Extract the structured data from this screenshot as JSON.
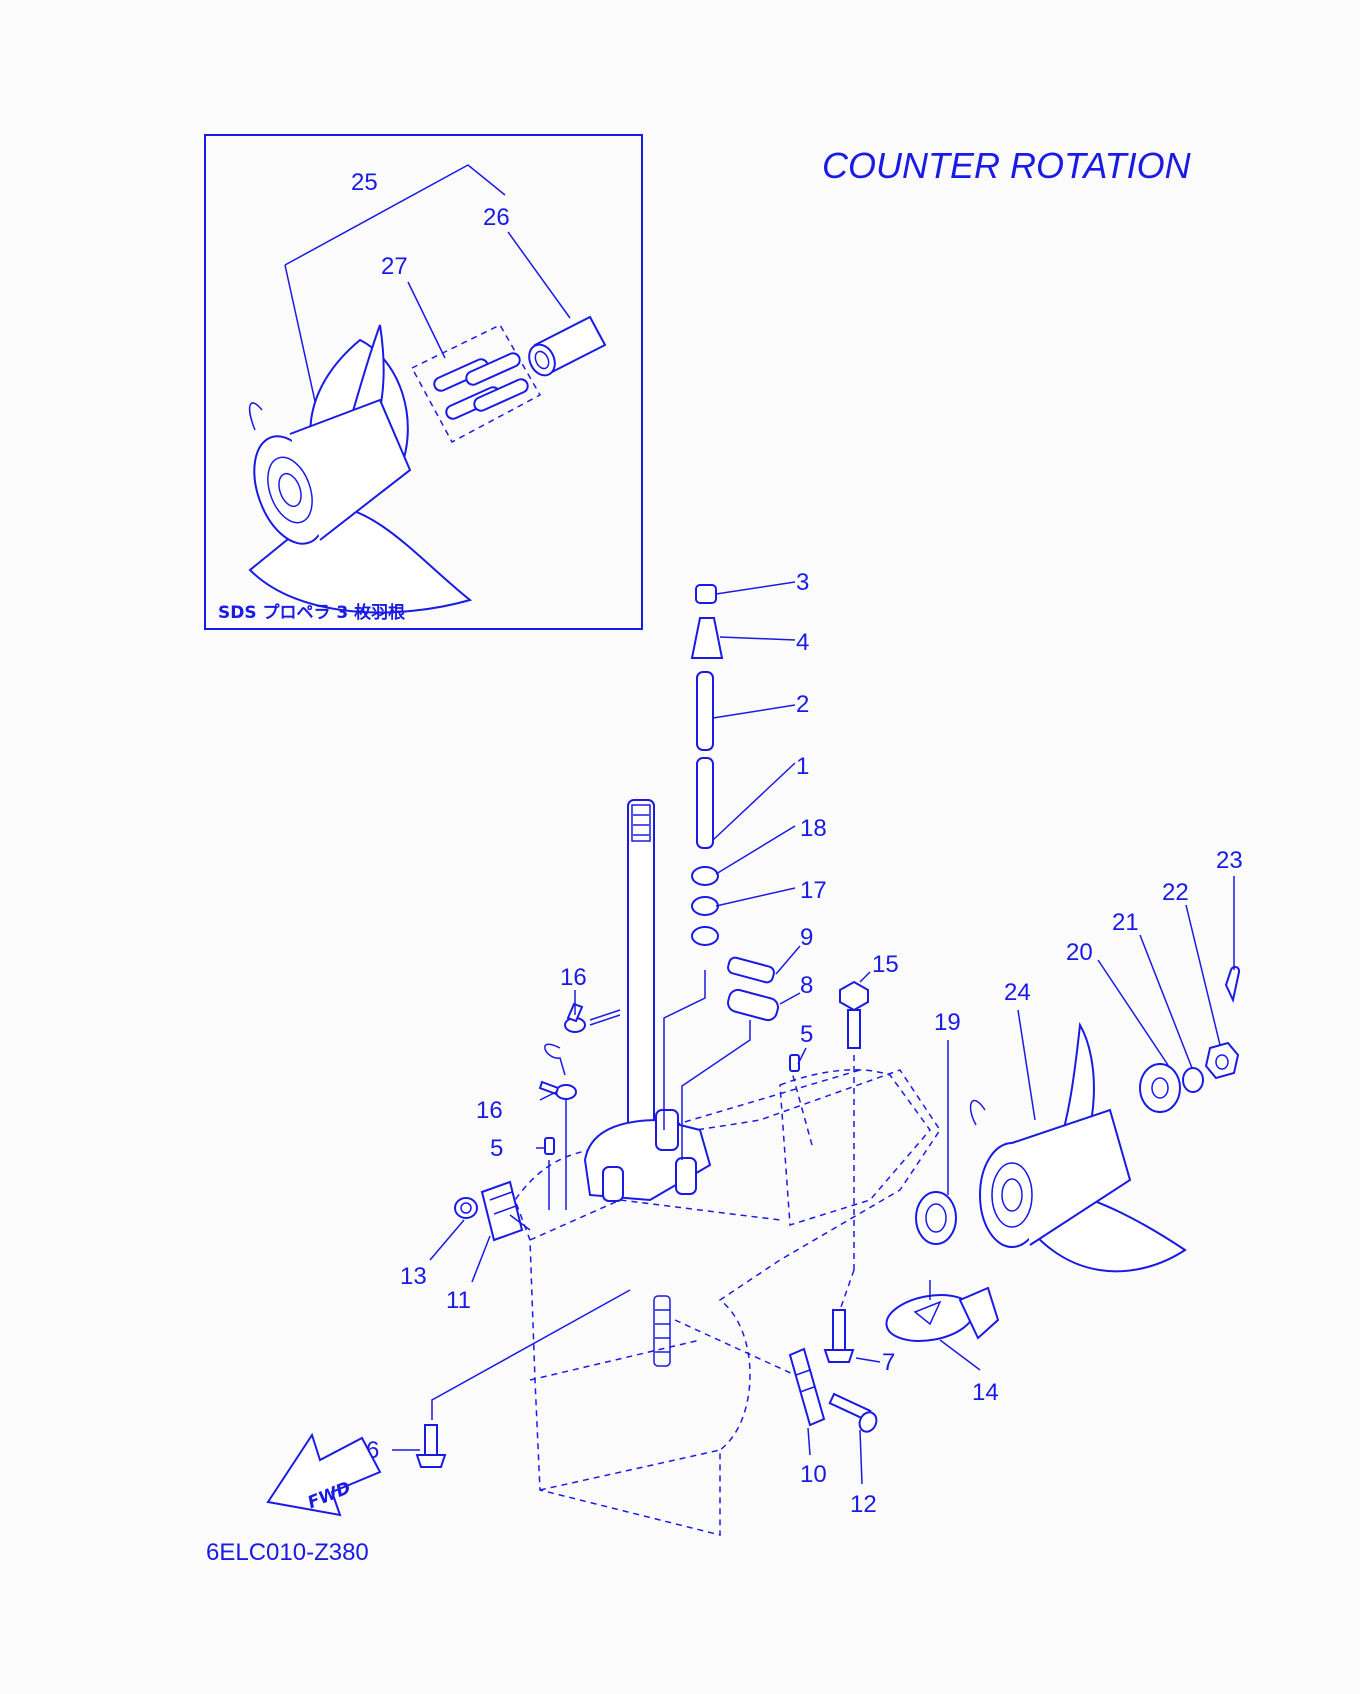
{
  "title": "COUNTER  ROTATION",
  "inset": {
    "caption": "SDS  プロペラ 3 枚羽根"
  },
  "drawing_code": "6ELC010-Z380",
  "fwd_label": "FWD",
  "colors": {
    "line": "#1a1ae6",
    "background": "#fbfbfb"
  },
  "labels": {
    "l1": "1",
    "l2": "2",
    "l3": "3",
    "l4": "4",
    "l5a": "5",
    "l5b": "5",
    "l6": "6",
    "l7": "7",
    "l8": "8",
    "l9": "9",
    "l10": "10",
    "l11": "11",
    "l12": "12",
    "l13": "13",
    "l14": "14",
    "l15": "15",
    "l16a": "16",
    "l16b": "16",
    "l17": "17",
    "l18": "18",
    "l19": "19",
    "l20": "20",
    "l21": "21",
    "l22": "22",
    "l23": "23",
    "l24": "24",
    "l25": "25",
    "l26": "26",
    "l27": "27"
  }
}
